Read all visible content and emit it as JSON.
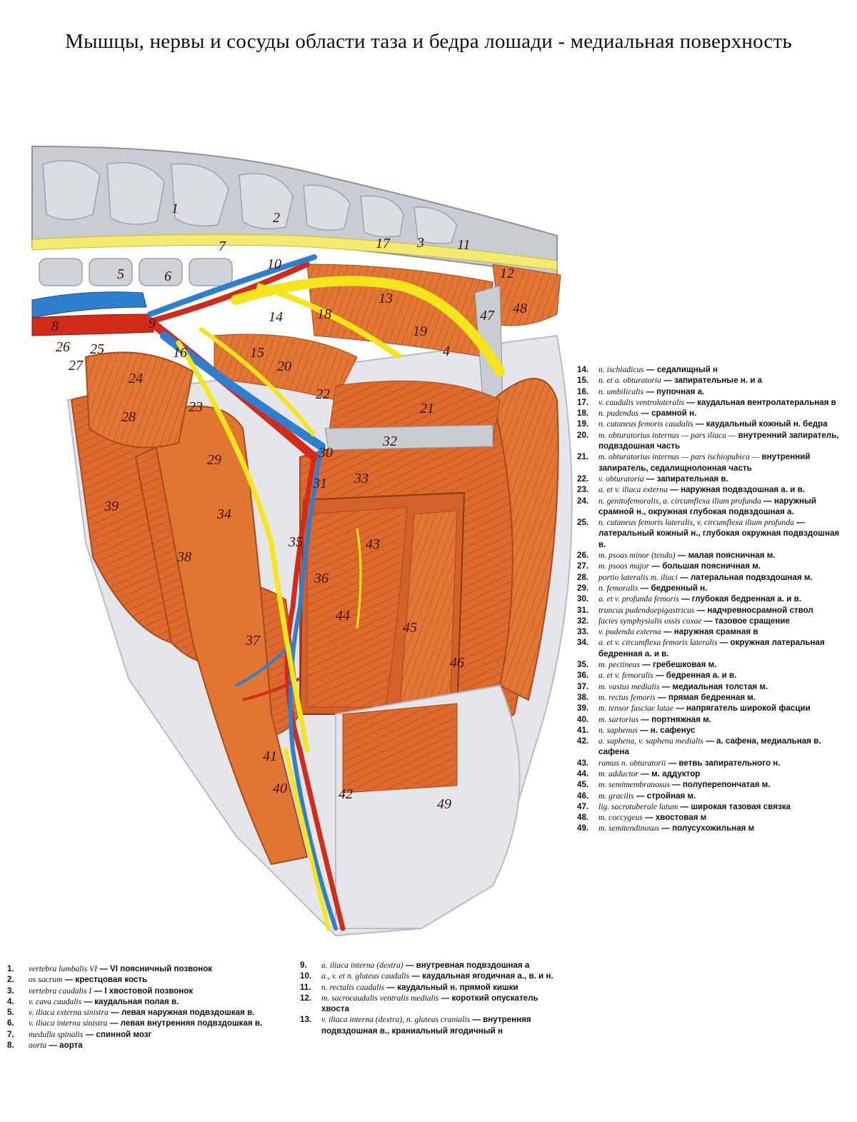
{
  "title": "Мышцы, нервы и сосуды области таза и бедра лошади - медиальная поверхность",
  "colors": {
    "muscle": "#dd6a2e",
    "muscle_light": "#ee9a5e",
    "nerve": "#f3e61a",
    "artery": "#d42a1a",
    "vein": "#2e7fd0",
    "bone": "#c9ccd1",
    "fascia": "#d8dbe0"
  },
  "figure_labels": [
    "1",
    "2",
    "3",
    "4",
    "5",
    "6",
    "7",
    "8",
    "9",
    "10",
    "11",
    "12",
    "13",
    "14",
    "15",
    "16",
    "17",
    "18",
    "19",
    "20",
    "21",
    "22",
    "23",
    "24",
    "25",
    "26",
    "27",
    "28",
    "29",
    "30",
    "31",
    "32",
    "33",
    "34",
    "35",
    "36",
    "37",
    "38",
    "39",
    "40",
    "41",
    "42",
    "43",
    "44",
    "45",
    "46",
    "47",
    "48",
    "49"
  ],
  "legend_left_1": [
    {
      "num": "1.",
      "lat": "vertebra lumbalis VI",
      "ru": "— VI поясничный позвонок"
    },
    {
      "num": "2.",
      "lat": "os sacrum",
      "ru": "— крестцовая кость"
    },
    {
      "num": "3.",
      "lat": "vertebra caudalis I",
      "ru": "— I хвостовой позвонок"
    },
    {
      "num": "4.",
      "lat": "v. cava caudalis",
      "ru": "— каудальная полая в."
    },
    {
      "num": "5.",
      "lat": "v. iliaca externa sinistra",
      "ru": "— левая наружная подвздошкая в."
    },
    {
      "num": "6.",
      "lat": "v. iliaca interna sinistra",
      "ru": "— левая внутренняя подвздошкая в."
    },
    {
      "num": "7.",
      "lat": "medulla spinalis",
      "ru": "— спинной мозг"
    },
    {
      "num": "8.",
      "lat": "aorta",
      "ru": "— аорта"
    }
  ],
  "legend_left_2": [
    {
      "num": "9.",
      "lat": "a. iliaca interna (dextra)",
      "ru": "— внутревная подвздошная а"
    },
    {
      "num": "10.",
      "lat": "a., v. et n. gluteus caudalis",
      "ru": "— каудальная ягодичная а., в. и н."
    },
    {
      "num": "11.",
      "lat": "n. rectalis caudalis",
      "ru": "— каудальный н. прямой кишки"
    },
    {
      "num": "12.",
      "lat": "m. sacrocaudalis ventralis medialis",
      "ru": "— короткий опускатель хвоста"
    },
    {
      "num": "13.",
      "lat": "v. iliaca interna (dextra), n. gluteus cranialis",
      "ru": "— внутренняя подвздошная в., краниальный ягодичный н"
    }
  ],
  "legend_right": [
    {
      "num": "14.",
      "lat": "n. ischiadicus",
      "ru": "— седалищный н"
    },
    {
      "num": "15.",
      "lat": "n. et a. obturatoria",
      "ru": "— запирательные н. и а"
    },
    {
      "num": "16.",
      "lat": "n. umbilicalis",
      "ru": "— пупочная а."
    },
    {
      "num": "17.",
      "lat": "v. caudalis ventrolateralis",
      "ru": "— каудальная вентролатеральная в"
    },
    {
      "num": "18.",
      "lat": "n. pudendus",
      "ru": "— срамной н."
    },
    {
      "num": "19.",
      "lat": "n. cutaneus femoris caudalis",
      "ru": "— каудальный кожный н. бедра"
    },
    {
      "num": "20.",
      "lat": "m. obturatorius internus — pars iliaca —",
      "ru": "внутренний запиратель, подвздошная часть"
    },
    {
      "num": "21.",
      "lat": "m. obturatorius internus — pars ischiopubica —",
      "ru": "внутренний запиратель, седалищнолонная часть"
    },
    {
      "num": "22.",
      "lat": "v. obturatoria",
      "ru": "— запирательная в."
    },
    {
      "num": "23.",
      "lat": "a. et v. iliaca externa",
      "ru": "— наружная подвздошная а. и в."
    },
    {
      "num": "24.",
      "lat": "n. genitofemoralis, a. circumflexa ilium profunda",
      "ru": "— наружный срамной н., окружная глубокая подвздошная а."
    },
    {
      "num": "25.",
      "lat": "n. cutaneus femoris lateralis, v. circumflexa ilium profunda",
      "ru": "— латеральный кожный н., глубокая окружная подвздошная в."
    },
    {
      "num": "26.",
      "lat": "m. psoas minor (tendo)",
      "ru": "— малая поясничная м."
    },
    {
      "num": "27.",
      "lat": "m. psoas major",
      "ru": "— большая поясничная м."
    },
    {
      "num": "28.",
      "lat": "portio lateralis m. iliaci",
      "ru": "— латеральная подвздошная м."
    },
    {
      "num": "29.",
      "lat": "n. femoralis",
      "ru": "— бедренный н."
    },
    {
      "num": "30.",
      "lat": "a. et v. profunda femoris",
      "ru": "— глубокая бедренная а. и в."
    },
    {
      "num": "31.",
      "lat": "truncus pudendoepigastricus",
      "ru": "— надчревносрамной ствол"
    },
    {
      "num": "32.",
      "lat": "facies symphysialis ossis coxae",
      "ru": "— тазовое сращение"
    },
    {
      "num": "33.",
      "lat": "v. pudenda externa",
      "ru": "— наружная срамная в"
    },
    {
      "num": "34.",
      "lat": "a. et v. circumflexa femoris lateralis",
      "ru": "— окружная латеральная бедренная а. и в."
    },
    {
      "num": "35.",
      "lat": "m. pectineus",
      "ru": "— гребешковая м."
    },
    {
      "num": "36.",
      "lat": "a. et v. femoralis",
      "ru": "— бедренная а. и в."
    },
    {
      "num": "37.",
      "lat": "m. vastus medialis",
      "ru": "— медиальная толстая м."
    },
    {
      "num": "38.",
      "lat": "m. rectus femoris",
      "ru": "— прямая бедренная м."
    },
    {
      "num": "39.",
      "lat": "m. tensor fasciae latae",
      "ru": "— напрягатель широкой фасции"
    },
    {
      "num": "40.",
      "lat": "m. sartorius",
      "ru": "— портняжная м."
    },
    {
      "num": "41.",
      "lat": "n. saphenus",
      "ru": "— н. сафенус"
    },
    {
      "num": "42.",
      "lat": "a. saphena, v. saphena medialis",
      "ru": "— а. сафена, медиальная в. сафена"
    },
    {
      "num": "43.",
      "lat": "ramus n. obturatorii",
      "ru": "— ветвь запирательного н."
    },
    {
      "num": "44.",
      "lat": "m. adductor",
      "ru": "— м. аддуктор"
    },
    {
      "num": "45.",
      "lat": "m. semimembranosus",
      "ru": "— полуперепончатая м."
    },
    {
      "num": "46.",
      "lat": "m. gracilis",
      "ru": "— стройная м."
    },
    {
      "num": "47.",
      "lat": "lig. sacrotuberale latum",
      "ru": "— широкая тазовая связка"
    },
    {
      "num": "48.",
      "lat": "m. coccygeus",
      "ru": "— хвостовая м"
    },
    {
      "num": "49.",
      "lat": "m. semitendinosus",
      "ru": "— полусухожильная м"
    }
  ]
}
